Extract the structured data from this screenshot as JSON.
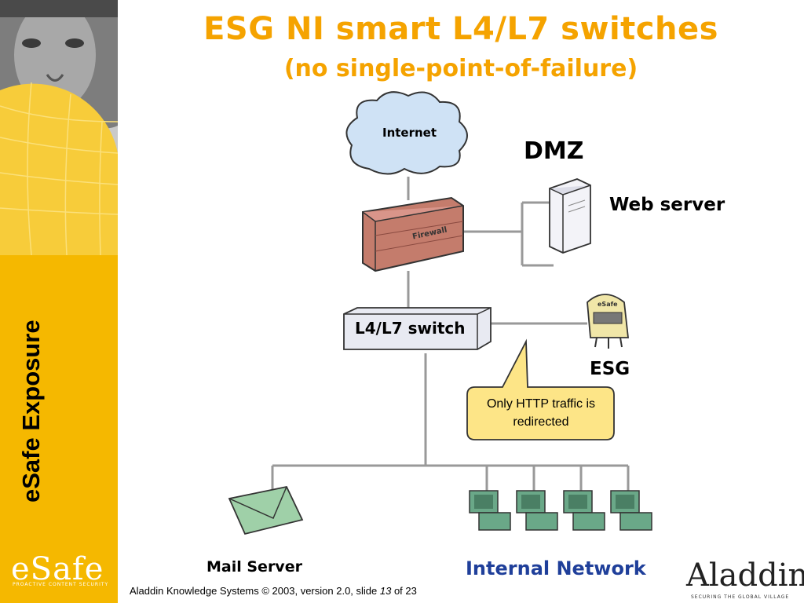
{
  "slide": {
    "title": "ESG NI smart L4/L7 switches",
    "subtitle": "(no single-point-of-failure)"
  },
  "sidebar": {
    "label": "eSafe Exposure",
    "logo_text": "eSafe",
    "logo_tagline": "PROACTIVE CONTENT SECURITY"
  },
  "diagram": {
    "internet_label": "Internet",
    "firewall_label": "Firewall",
    "dmz_label": "DMZ",
    "web_server_label": "Web server",
    "switch_label": "L4/L7 switch",
    "esg_label": "ESG",
    "esg_device_text": "eSafe",
    "callout_text": "Only HTTP traffic is redirected",
    "mail_server_label": "Mail Server",
    "internal_network_label": "Internal Network"
  },
  "footer": {
    "prefix": "Aladdin Knowledge Systems © 2003, version 2.0, slide ",
    "slide_number": "13",
    "of_text": " of ",
    "total_slides": "23"
  },
  "branding": {
    "aladdin_logo": "Aladdin",
    "aladdin_tagline": "SECURING THE GLOBAL VILLAGE"
  },
  "colors": {
    "accent": "#f5a300",
    "sidebar": "#f5b800",
    "internal_network_text": "#1f3f9a",
    "cloud": "#cfe2f5",
    "firewall": "#c47c6c",
    "callout": "#fde587",
    "computers": "#6aa888",
    "envelope": "#9fd0a8"
  },
  "icons": [
    "internet-cloud-icon",
    "firewall-icon",
    "server-icon",
    "switch-icon",
    "esg-device-icon",
    "envelope-icon",
    "computer-icon"
  ]
}
